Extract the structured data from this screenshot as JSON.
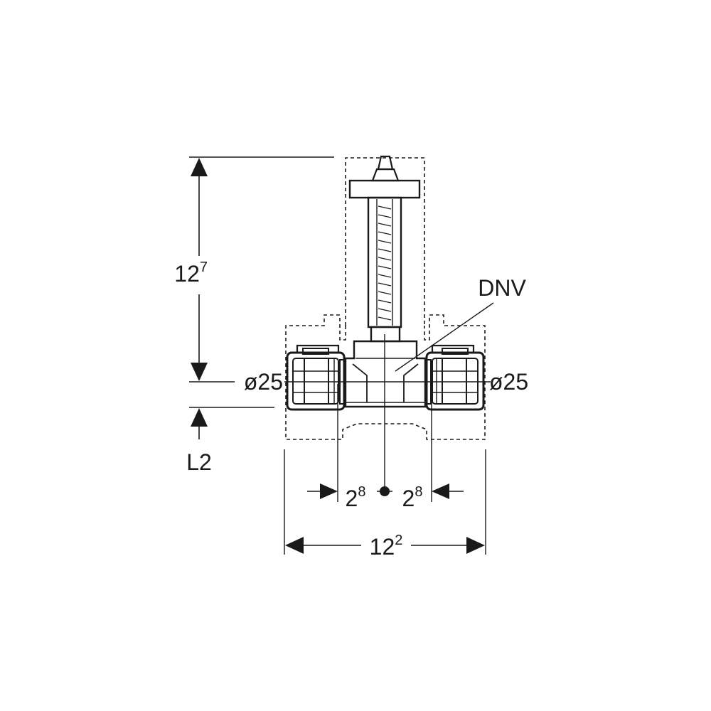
{
  "labels": {
    "dnv": "DNV",
    "diameter_left": "ø25",
    "diameter_right": "ø25",
    "l2": "L2"
  },
  "dimensions": {
    "height": {
      "base": "12",
      "sup": "7"
    },
    "offset_left": {
      "base": "2",
      "sup": "8"
    },
    "offset_right": {
      "base": "2",
      "sup": "8"
    },
    "width": {
      "base": "12",
      "sup": "2"
    }
  }
}
